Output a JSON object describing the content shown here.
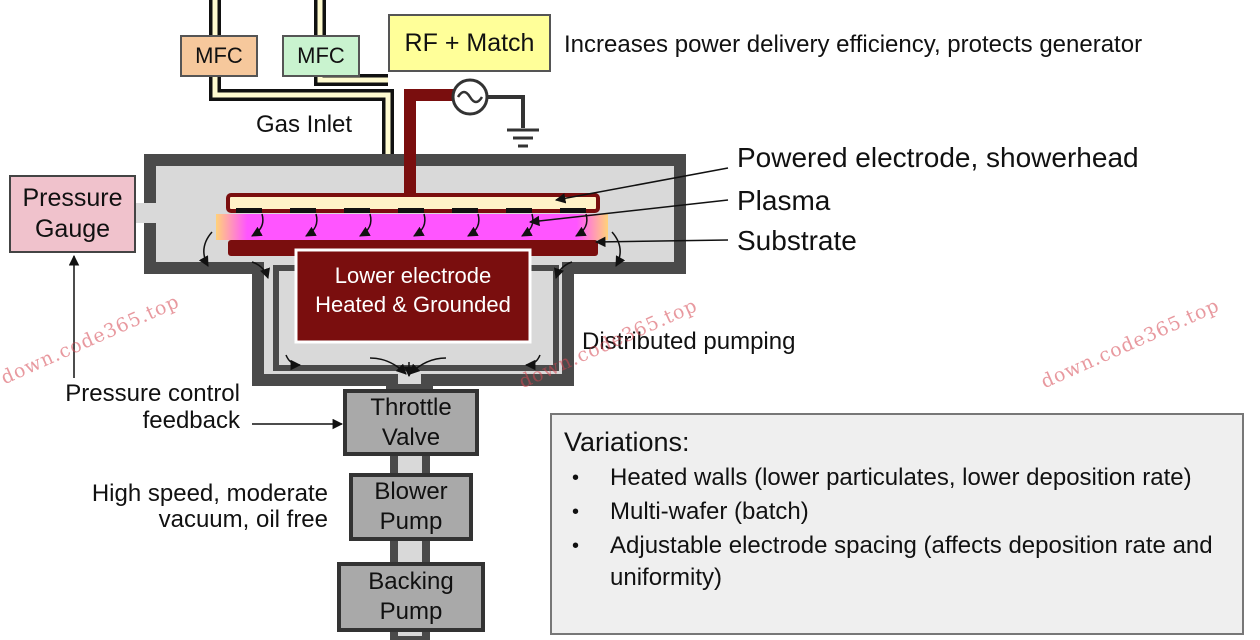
{
  "colors": {
    "chamber_wall": "#4a4a4a",
    "chamber_fill": "#d9d9d9",
    "mfc1": "#f6c89c",
    "mfc2": "#c9f3cf",
    "rf_box": "#ffff99",
    "pressure_gauge": "#f0c2cc",
    "electrode": "#7a0e0e",
    "plasma": "#ff33ff",
    "plasma_edge": "#ffb347",
    "pump_box": "#a9a9a9"
  },
  "icons": [
    "ac-source-icon",
    "ground-icon"
  ],
  "mfc_labels": [
    "MFC",
    "MFC"
  ],
  "rf_box_label": "RF + Match",
  "rf_note": "Increases power delivery efficiency, protects generator",
  "gas_inlet_label": "Gas Inlet",
  "pressure_gauge_label": "Pressure Gauge",
  "powered_electrode_label": "Powered electrode, showerhead",
  "plasma_label": "Plasma",
  "substrate_label": "Substrate",
  "lower_electrode": {
    "line1": "Lower electrode",
    "line2": "Heated & Grounded"
  },
  "distributed_pumping_label": "Distributed pumping",
  "pressure_control": {
    "line1": "Pressure control",
    "line2": "feedback"
  },
  "throttle_valve": {
    "line1": "Throttle",
    "line2": "Valve"
  },
  "blower_pump": {
    "line1": "Blower",
    "line2": "Pump"
  },
  "backing_pump": {
    "line1": "Backing",
    "line2": "Pump"
  },
  "pump_note": {
    "line1": "High speed, moderate",
    "line2": "vacuum, oil free"
  },
  "variations": {
    "title": "Variations:",
    "items": [
      "Heated walls (lower particulates, lower deposition rate)",
      "Multi-wafer (batch)",
      "Adjustable electrode spacing (affects deposition rate and uniformity)"
    ]
  },
  "watermarks": [
    "down.code365.top",
    "down.code365.top",
    "down.code365.top"
  ]
}
